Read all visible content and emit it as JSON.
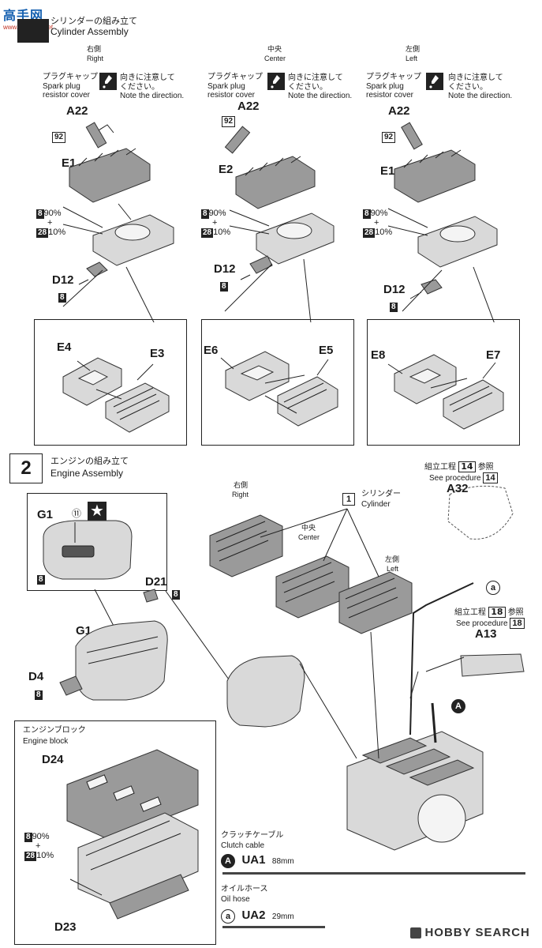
{
  "watermark_top": {
    "brand": "高手网",
    "url": "www.gaoshou.net"
  },
  "step1": {
    "title_jp": "シリンダーの組み立て",
    "title_en": "Cylinder Assembly",
    "columns": [
      {
        "pos_jp": "右側",
        "pos_en": "Right",
        "cyl": "E1",
        "halves": [
          "E4",
          "E3"
        ]
      },
      {
        "pos_jp": "中央",
        "pos_en": "Center",
        "cyl": "E2",
        "halves": [
          "E6",
          "E5"
        ]
      },
      {
        "pos_jp": "左側",
        "pos_en": "Left",
        "cyl": "E1",
        "halves": [
          "E8",
          "E7"
        ]
      }
    ],
    "plug_jp": "プラグキャップ",
    "plug_en1": "Spark plug",
    "plug_en2": "resistor cover",
    "note_jp1": "向きに注意して",
    "note_jp2": "ください。",
    "note_en": "Note the direction.",
    "part_cap": "A22",
    "cap_color": "92",
    "mix_a_color": "8",
    "mix_a_pct": "90%",
    "mix_b_color": "28",
    "mix_b_pct": "10%",
    "mix_plus": "+",
    "part_base": "D12",
    "base_color": "8"
  },
  "step2": {
    "number": "2",
    "title_jp": "エンジンの組み立て",
    "title_en": "Engine Assembly",
    "cover_part": "G1",
    "decal": "⑪",
    "cover_color": "8",
    "d21": "D21",
    "d21_color": "8",
    "g1_label": "G1",
    "d4": "D4",
    "d4_color": "8",
    "cyl_ref_num": "1",
    "cyl_ref_jp": "シリンダー",
    "cyl_ref_en": "Cylinder",
    "right_jp": "右側",
    "right_en": "Right",
    "center_jp": "中央",
    "center_en": "Center",
    "left_jp": "左側",
    "left_en": "Left",
    "ref14_jp_pre": "組立工程",
    "ref14_num": "14",
    "ref14_jp_post": "参照",
    "ref14_en": "See procedure",
    "part_a32": "A32",
    "ref18_jp_pre": "組立工程",
    "ref18_num": "18",
    "ref18_jp_post": "参照",
    "ref18_en": "See procedure",
    "part_a13": "A13",
    "marker_a_small": "a",
    "marker_A": "A",
    "block_jp": "エンジンブロック",
    "block_en": "Engine block",
    "d24": "D24",
    "d23": "D23",
    "block_mix_a_color": "8",
    "block_mix_a_pct": "90%",
    "block_mix_b_color": "28",
    "block_mix_b_pct": "10%",
    "block_mix_plus": "+"
  },
  "cables": {
    "clutch_jp": "クラッチケーブル",
    "clutch_en": "Clutch cable",
    "clutch_marker": "A",
    "clutch_part": "UA1",
    "clutch_len": "88mm",
    "oil_jp": "オイルホース",
    "oil_en": "Oil hose",
    "oil_marker": "a",
    "oil_part": "UA2",
    "oil_len": "29mm"
  },
  "footer": {
    "logo": "HOBBY SEARCH"
  }
}
